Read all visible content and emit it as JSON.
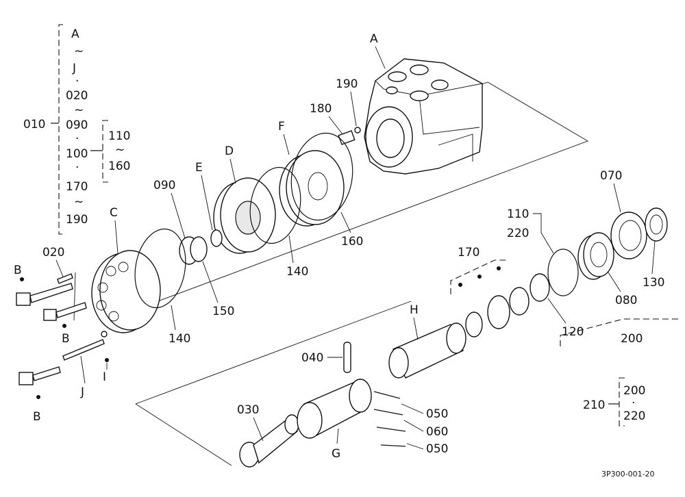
{
  "diagram": {
    "reference": "3P300-001-20",
    "group_010": {
      "label": "010",
      "items": [
        "A",
        "~",
        "J",
        "·",
        "020",
        "~",
        "090",
        "·",
        "100",
        "·",
        "170",
        "~",
        "190"
      ]
    },
    "group_110": {
      "label": "110",
      "tilde": "~",
      "end": "160"
    },
    "group_210": {
      "label": "210",
      "items": [
        "200",
        "·",
        "220"
      ]
    },
    "group_170": {
      "label": "170"
    },
    "group_200": {
      "label": "200"
    },
    "labels": {
      "A": "A",
      "B": "B",
      "C": "C",
      "D": "D",
      "E": "E",
      "F": "F",
      "G": "G",
      "H": "H",
      "I": "I",
      "J": "J",
      "p020": "020",
      "p030": "030",
      "p040": "040",
      "p050": "050",
      "p060": "060",
      "p070": "070",
      "p080": "080",
      "p090": "090",
      "p110": "110",
      "p120": "120",
      "p130": "130",
      "p140": "140",
      "p150": "150",
      "p160": "160",
      "p170": "170",
      "p180": "180",
      "p190": "190",
      "p200": "200",
      "p220": "220"
    }
  }
}
